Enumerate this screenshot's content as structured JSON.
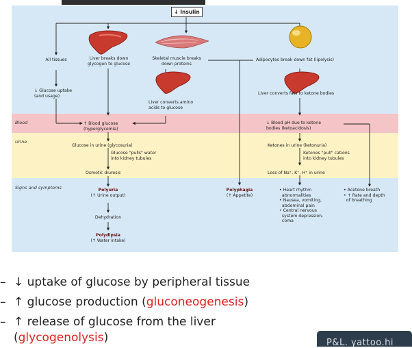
{
  "header": {
    "insulin": "↓ Insulin"
  },
  "bands": {
    "blood": "Blood",
    "urine": "Urine",
    "signs": "Signs and symptoms"
  },
  "nodes": {
    "all_tissues": "All tissues",
    "liver_top": "Liver breaks down\nglycogen to glucose",
    "muscle": "Skeletal muscle breaks\ndown proteins",
    "adipocytes": "Adipocytes break down fat (lipolysis)",
    "glucose_uptake": "↓ Glucose uptake\n(and usage)",
    "liver_amino": "Liver converts amino\nacids to glucose",
    "liver_ketone": "Liver converts fats to ketone bodies",
    "blood_glucose": "↑ Blood glucose\n(hyperglycemia)",
    "blood_ph": "↓ Blood pH due to ketone\nbodies (ketoacidosis)",
    "glycosuria": "Glucose in urine (glycosuria)",
    "glucose_pulls": "Glucose \"pulls\" water\ninto kidney tubules",
    "osmotic": "Osmotic diuresis",
    "ketonuria": "Ketones in urine (ketonuria)",
    "ketones_pull": "Ketones \"pull\" cations\ninto kidney tubules",
    "loss_na": "Loss of Na⁺, K⁺, H⁺ in urine",
    "polyuria_title": "Polyuria",
    "polyuria_sub": "(↑ Urine output)",
    "dehydration": "Dehydration",
    "polydipsia_title": "Polydipsia",
    "polydipsia_sub": "(↑ Water intake)",
    "polyphagia_title": "Polyphagia",
    "polyphagia_sub": "(↑ Appetite)",
    "heart_symptoms": "• Heart rhythm\n  abnormalities\n• Nausea, vomiting,\n  abdominal pain\n• Central nervous\n  system depression,\n  coma",
    "breath_symptoms": "• Acetone breath\n• ↑ Rate and depth\n  of breathing"
  },
  "bullets": [
    {
      "prefix": "↓ uptake  of glucose by peripheral tissue",
      "highlight": "",
      "suffix": ""
    },
    {
      "prefix": "↑ glucose production (",
      "highlight": "gluconeogenesis",
      "suffix": ")"
    },
    {
      "prefix": "↑ release of glucose from the liver",
      "highlight": "",
      "suffix": ""
    },
    {
      "prefix": "(",
      "highlight": "glycogenolysis",
      "suffix": ")"
    }
  ],
  "corner_label": "P&L. yattoo.hi",
  "colors": {
    "highlight": "#e02020",
    "blood_band": "#f4c4c7",
    "urine_band": "#fdf2c4",
    "top_band": "#d6e8f5"
  }
}
